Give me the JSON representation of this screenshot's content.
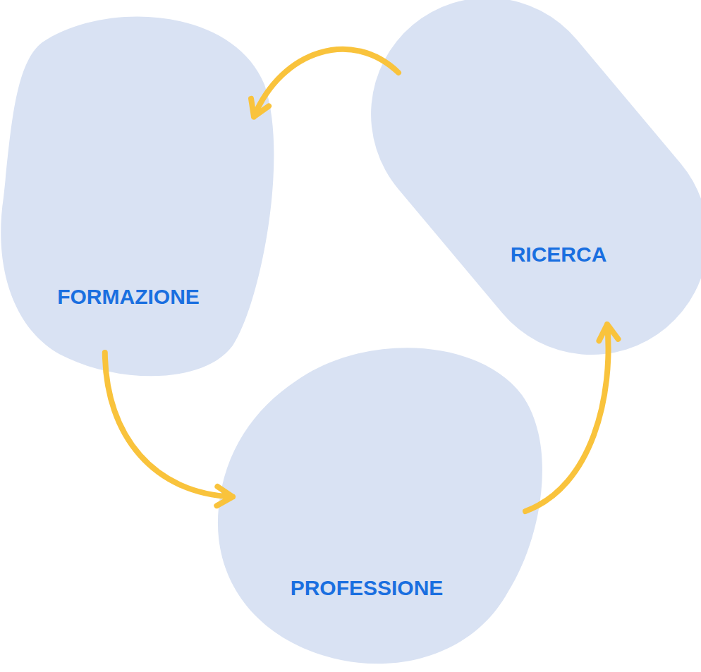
{
  "diagram": {
    "nodes": [
      {
        "text": [
          "FORMAZIONE"
        ]
      },
      {
        "text": [
          "PROFESSIONE"
        ]
      },
      {
        "text": [
          "RICERCA"
        ]
      }
    ],
    "edges": [
      {
        "from": 2,
        "to": 0,
        "arrow": "to"
      },
      {
        "from": 0,
        "to": 1,
        "arrow": "to"
      },
      {
        "from": 1,
        "to": 2,
        "arrow": "to"
      }
    ]
  }
}
